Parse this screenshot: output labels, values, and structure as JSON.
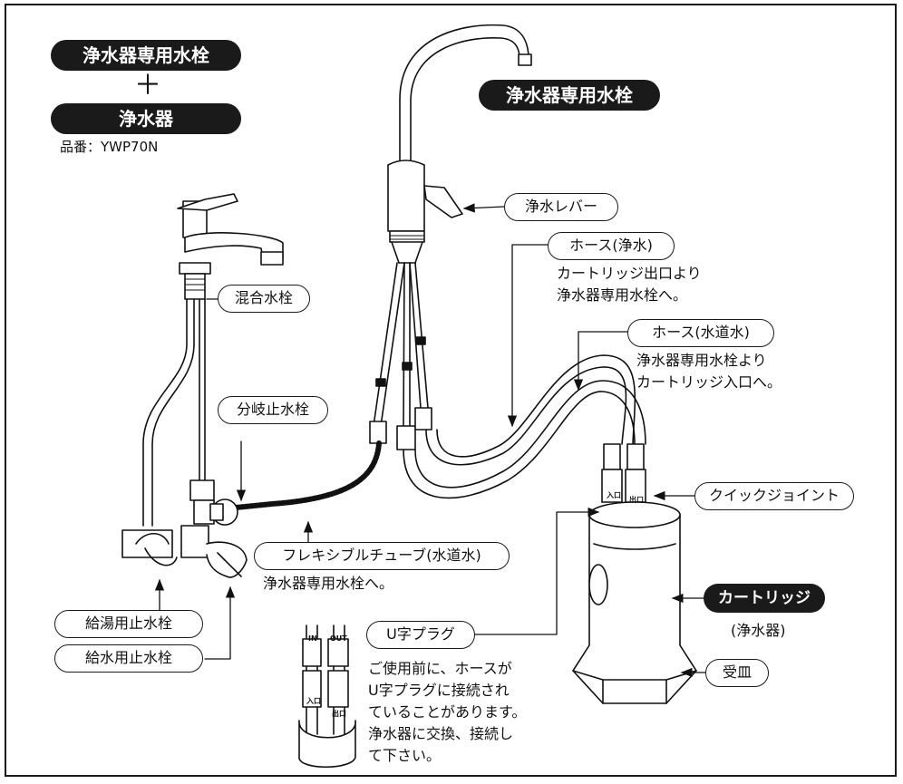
{
  "title_box_1": "浄水器専用水栓",
  "plus_sign": "＋",
  "title_box_2": "浄水器",
  "part_number": "品番：YWP70N",
  "title_box_right": "浄水器専用水栓",
  "labels": {
    "lever": "浄水レバー",
    "hose_clean": "ホース(浄水)",
    "hose_clean_desc_1": "カートリッジ出口より",
    "hose_clean_desc_2": "浄水器専用水栓へ。",
    "hose_tap": "ホース(水道水)",
    "hose_tap_desc_1": "浄水器専用水栓より",
    "hose_tap_desc_2": "カートリッジ入口へ。",
    "mixing_faucet": "混合水栓",
    "branch_faucet": "分岐止水栓",
    "flex_tube": "フレキシブルチューブ(水道水)",
    "flex_tube_desc": "浄水器専用水栓へ。",
    "quick_joint": "クイックジョイント",
    "cartridge": "カートリッジ",
    "cartridge_sub": "(浄水器)",
    "hot_stop": "給湯用止水栓",
    "cold_stop": "給水用止水栓",
    "u_plug": "U字プラグ",
    "u_plug_note": [
      "ご使用前に、ホースが",
      "U字プラグに接続され",
      "ていることがあります。",
      "浄水器に交換、接続し",
      "て下さい。"
    ],
    "tray": "受皿"
  },
  "fitting_marks": {
    "in": "入口",
    "out": "出口",
    "in_en": "IN",
    "out_en": "OUT"
  }
}
